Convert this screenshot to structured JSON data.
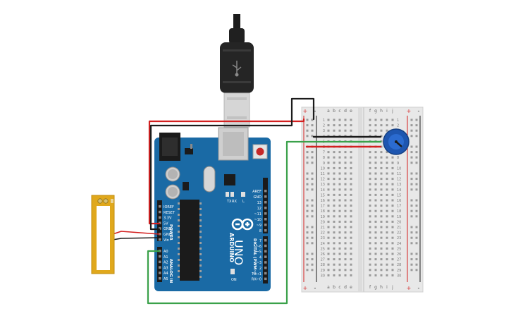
{
  "board": {
    "brand": "ARDUINO",
    "model": "UNO",
    "power_header_title": "POWER",
    "analog_header_title": "ANALOG IN",
    "digital_header_title": "DIGITAL (PWM~)",
    "power_pins": [
      "IOREF",
      "RESET",
      "3.3V",
      "5V",
      "GND",
      "GND",
      "Vin"
    ],
    "analog_pins": [
      "A0",
      "A1",
      "A2",
      "A3",
      "A4",
      "A5"
    ],
    "digital_pins_top": [
      "AREF",
      "GND",
      "13",
      "12",
      "~11",
      "~10",
      "~9",
      "8"
    ],
    "digital_pins_bottom": [
      "7",
      "~6",
      "~5",
      "4",
      "~3",
      "2",
      "TX→1",
      "RX←0"
    ],
    "tx_label": "TX",
    "rx_label": "RX",
    "l_label": "L",
    "on_label": "ON"
  },
  "breadboard": {
    "col_letters_left": [
      "a",
      "b",
      "c",
      "d",
      "e"
    ],
    "col_letters_right": [
      "f",
      "g",
      "h",
      "i",
      "j"
    ],
    "rows": [
      "1",
      "2",
      "3",
      "4",
      "5",
      "6",
      "7",
      "8",
      "9",
      "10",
      "11",
      "12",
      "13",
      "14",
      "15",
      "16",
      "17",
      "18",
      "19",
      "20",
      "21",
      "22",
      "23",
      "24",
      "25",
      "26",
      "27",
      "28",
      "29",
      "30"
    ],
    "plus_label": "+",
    "minus_label": "-"
  },
  "colors": {
    "board_blue": "#1a6aa5",
    "breadboard": "#e8e8e8",
    "wire_red": "#d32020",
    "wire_black": "#1b1b1b",
    "wire_green": "#3aa14a",
    "pot_body": "#1e56b0",
    "flex_sensor": "#e0a81c"
  },
  "components": [
    "usb-cable",
    "arduino-uno",
    "breadboard",
    "potentiometer",
    "flex-sensor"
  ]
}
